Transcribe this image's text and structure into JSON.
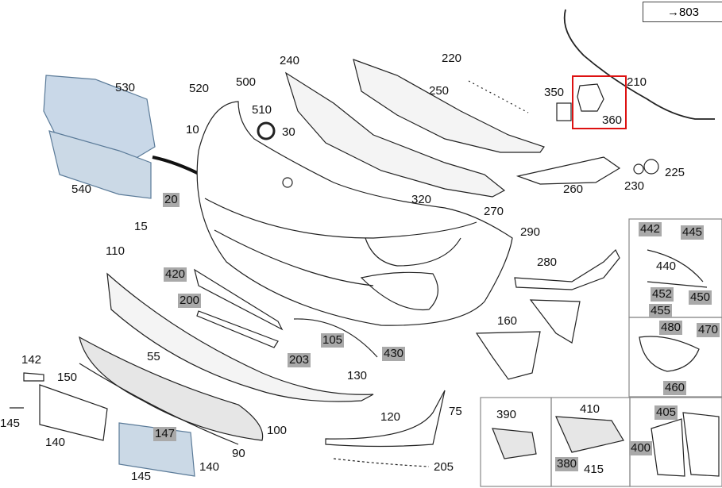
{
  "reference": {
    "arrow": "→",
    "number": "803"
  },
  "highlight_color": "#a9a9a9",
  "selection_color": "#dd1111",
  "labels": {
    "l530": "530",
    "l540": "540",
    "l520": "520",
    "l500": "500",
    "l510": "510",
    "l10": "10",
    "l30": "30",
    "l240": "240",
    "l220": "220",
    "l250": "250",
    "l350": "350",
    "l210": "210",
    "l360": "360",
    "l225": "225",
    "l230": "230",
    "l260": "260",
    "l320": "320",
    "l270": "270",
    "l290": "290",
    "l20": "20",
    "l15": "15",
    "l110": "110",
    "l420": "420",
    "l200": "200",
    "l280": "280",
    "l442": "442",
    "l445": "445",
    "l440": "440",
    "l452": "452",
    "l455": "455",
    "l450": "450",
    "l480": "480",
    "l470": "470",
    "l460": "460",
    "l160": "160",
    "l105": "105",
    "l430": "430",
    "l203": "203",
    "l55": "55",
    "l130": "130",
    "l142": "142",
    "l150": "150",
    "l145a": "145",
    "l140a": "140",
    "l120": "120",
    "l75": "75",
    "l100": "100",
    "l147": "147",
    "l90": "90",
    "l140b": "140",
    "l145b": "145",
    "l205": "205",
    "l390": "390",
    "l410": "410",
    "l380": "380",
    "l415": "415",
    "l405": "405",
    "l400": "400"
  }
}
